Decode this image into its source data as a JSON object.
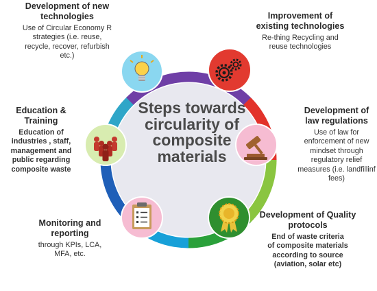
{
  "center_title": "Steps towards circularity of composite materials",
  "steps": [
    {
      "id": "new-tech",
      "icon": "lightbulb-icon",
      "title": "Development of new technologies",
      "description": "Use of Circular Economy R strategies (i.e. reuse, recycle, recover, refurbish etc.)",
      "color": "#8ad7f0"
    },
    {
      "id": "improve-tech",
      "icon": "gears-icon",
      "title": "Improvement of existing technologies",
      "description": "Re-thing Recycling and reuse technologies",
      "color": "#e23a30"
    },
    {
      "id": "law",
      "icon": "gavel-icon",
      "title": "Development of law regulations",
      "description": "Use of law for enforcement of new mindset through regulatory relief measures (i.e. landfillinf fees)",
      "color": "#f6bcd2"
    },
    {
      "id": "quality",
      "icon": "award-medal-icon",
      "title": "Development of Quality protocols",
      "description": "End of waste criteria of composite materials according to source (aviation, solar etc)",
      "color": "#2f8f2f"
    },
    {
      "id": "monitoring",
      "icon": "clipboard-checklist-icon",
      "title": "Monitoring and reporting",
      "description": "through KPIs,  LCA, MFA, etc.",
      "color": "#f6bcd2"
    },
    {
      "id": "education",
      "icon": "people-group-icon",
      "title": "Education & Training",
      "description": "Education of industries , staff, management and public regarding composite waste",
      "color": "#d8ecb0"
    }
  ],
  "ring_colors": [
    "#6f3fa6",
    "#e2322a",
    "#8ac540",
    "#2aa03a",
    "#17a0d8",
    "#1f5fb8",
    "#2fa6c8",
    "#6f3fa6"
  ]
}
